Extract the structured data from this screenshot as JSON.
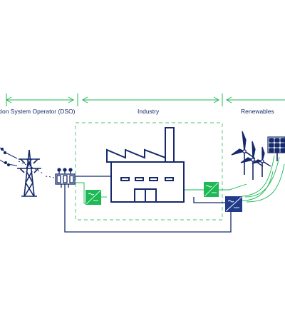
{
  "sections": {
    "dso_label": "ution System Operator (DSO)",
    "industry_label": "Industry",
    "renewables_label": "Renewables"
  },
  "colors": {
    "navy": "#15296b",
    "green": "#1db954",
    "converter_fill": "#1f3b8a",
    "industry_frame": "#4dbf7a",
    "background": "#ffffff"
  },
  "icons": [
    "power-line-insulators-icon",
    "transmission-tower-icon",
    "transformer-icon",
    "factory-icon",
    "converter-icon",
    "wind-turbine-icon",
    "solar-panel-icon"
  ]
}
